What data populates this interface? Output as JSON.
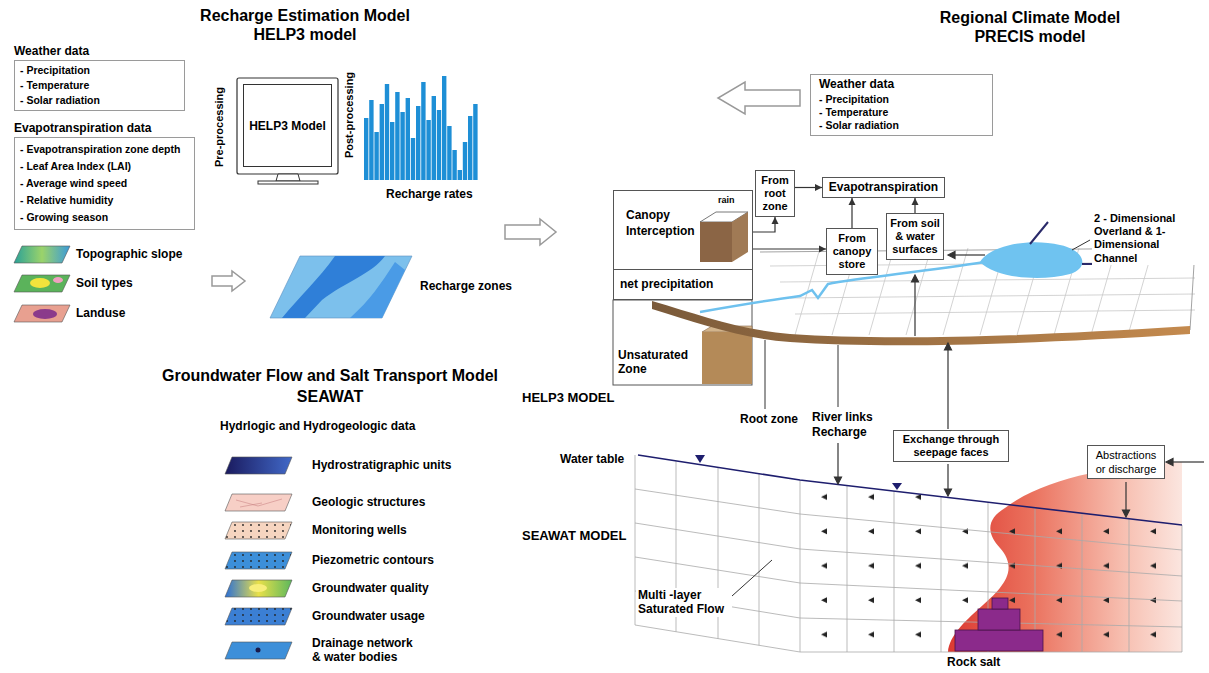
{
  "diagram": {
    "nodes": [
      {
        "text": [
          "Weather data",
          "- Precipitation",
          "- Temperature",
          "- Solar radiation"
        ]
      },
      {
        "text": [
          "Evapotranspiration data",
          "- Evapotranspiration zone depth",
          "- Leaf Area Index (LAI)",
          "- Average wind speed",
          "- Relative humidity",
          "- Growing season"
        ]
      },
      {
        "text": [
          "HELP3 Model"
        ]
      },
      {
        "text": [
          "Weather data",
          "- Precipitation",
          "- Temperature",
          "- Solar radiation"
        ]
      },
      {
        "text": [
          "Canopy Interception"
        ]
      },
      {
        "text": [
          "net precipitation"
        ]
      },
      {
        "text": [
          "From root zone"
        ]
      },
      {
        "text": [
          "Evapotranspiration"
        ]
      },
      {
        "text": [
          "From canopy store"
        ]
      },
      {
        "text": [
          "From soil & water surfaces"
        ]
      },
      {
        "text": [
          "Exchange through seepage faces"
        ]
      },
      {
        "text": [
          "Abstractions or discharge"
        ]
      }
    ],
    "edges": [
      {
        "from": 4,
        "to": 6,
        "arrow": "to"
      },
      {
        "from": 4,
        "to": 8,
        "arrow": "to"
      },
      {
        "from": 6,
        "to": 7,
        "arrow": "to"
      },
      {
        "from": 8,
        "to": 7,
        "arrow": "to"
      },
      {
        "from": 9,
        "to": 7,
        "arrow": "to"
      }
    ],
    "labels": [
      "Recharge Estimation Model",
      "HELP3 model",
      "Regional Climate Model",
      "PRECIS model",
      "Pre-processing",
      "Post-processing",
      "Recharge rates",
      "Topographic slope",
      "Soil types",
      "Landuse",
      "Recharge zones",
      "Groundwater Flow and Salt Transport Model",
      "SEAWAT",
      "Hydrlogic and Hydrogeologic data",
      "Hydrostratigraphic units",
      "Geologic structures",
      "Monitoring wells",
      "Piezometric contours",
      "Groundwater quality",
      "Groundwater usage",
      "Drainage network & water bodies",
      "rain",
      "2 - Dimensional Overland & 1- Dimensional Channel",
      "Unsaturated Zone",
      "HELP3 MODEL",
      "Root zone",
      "River links",
      "Recharge",
      "Water table",
      "SEAWAT MODEL",
      "Multi -layer Saturated Flow",
      "Rock salt"
    ]
  }
}
